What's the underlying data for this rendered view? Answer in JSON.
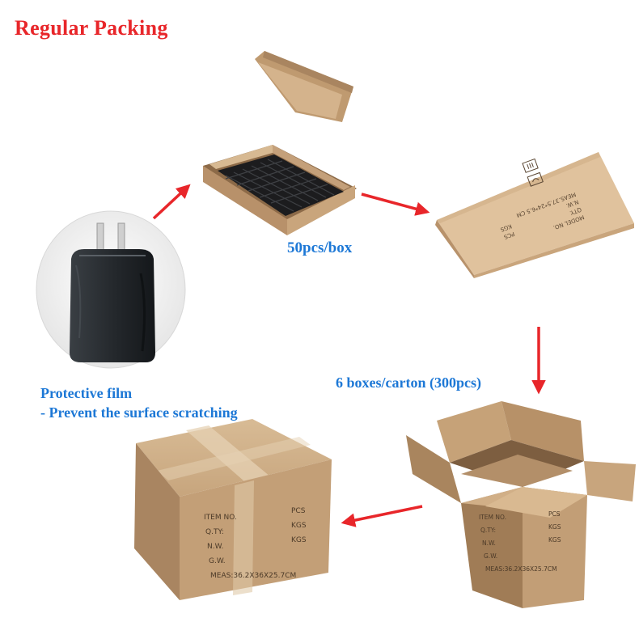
{
  "title": "Regular Packing",
  "captions": {
    "per_box": "50pcs/box",
    "per_carton": "6 boxes/carton (300pcs)",
    "film_line1": "Protective film",
    "film_line2": "- Prevent the surface scratching"
  },
  "box_print": {
    "model": "MODEL NO.",
    "qty": "QTY.",
    "nw": "N.W.",
    "meas": "MEAS.37.5*24*6.5 CM",
    "pcs": "PCS",
    "kgs": "KGS"
  },
  "carton_print": {
    "item": "ITEM NO.",
    "qty": "Q.TY:",
    "nw": "N.W.",
    "gw": "G.W.",
    "meas": "MEAS:36.2X36X25.7CM",
    "pcs": "PCS",
    "kgs1": "KGS",
    "kgs2": "KGS"
  },
  "colors": {
    "title": "#e8262a",
    "caption": "#1d78d6",
    "arrow": "#e8262a",
    "cardboard": "#c9a57c"
  },
  "icons": [
    "arrow-icon",
    "charger-image",
    "open-box-image",
    "closed-box-image",
    "open-carton-image",
    "sealed-carton-image"
  ]
}
